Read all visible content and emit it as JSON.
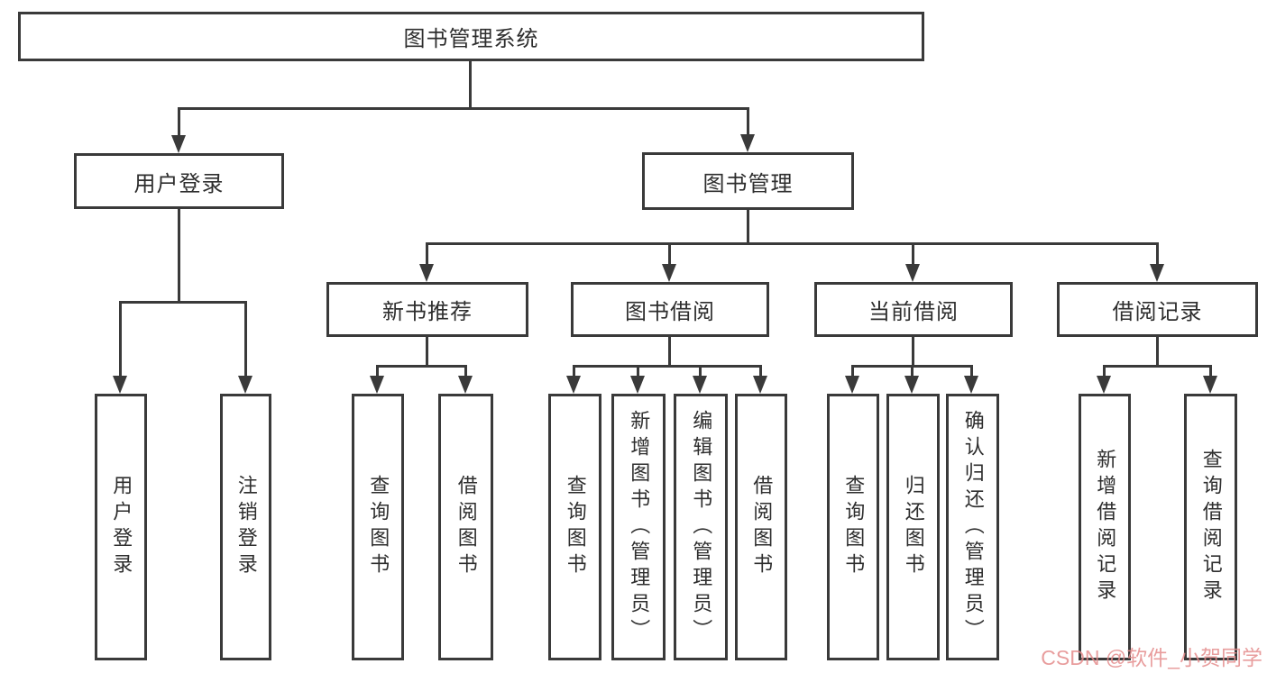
{
  "diagram": {
    "title": "图书管理系统",
    "level1": {
      "user_login": "用户登录",
      "book_mgmt": "图书管理"
    },
    "level2": {
      "new_book_rec": "新书推荐",
      "book_borrow": "图书借阅",
      "current_borrow": "当前借阅",
      "borrow_records": "借阅记录"
    },
    "leaves": {
      "user_login_leaf": "用户登录",
      "logout": "注销登录",
      "nbr_query": "查询图书",
      "nbr_borrow": "借阅图书",
      "bb_query": "查询图书",
      "bb_add": "新增图书（管理员）",
      "bb_edit": "编辑图书（管理员）",
      "bb_borrow": "借阅图书",
      "cb_query": "查询图书",
      "cb_return": "归还图书",
      "cb_confirm": "确认归还（管理员）",
      "br_add": "新增借阅记录",
      "br_query": "查询借阅记录"
    }
  },
  "watermark": "CSDN @软件_小贺同学",
  "colors": {
    "line": "#3a3a3a",
    "box_border": "#3a3a3a",
    "box_background": "#ffffff",
    "text": "#2e2e2e",
    "watermark": "#e48c8c",
    "background": "#ffffff"
  }
}
